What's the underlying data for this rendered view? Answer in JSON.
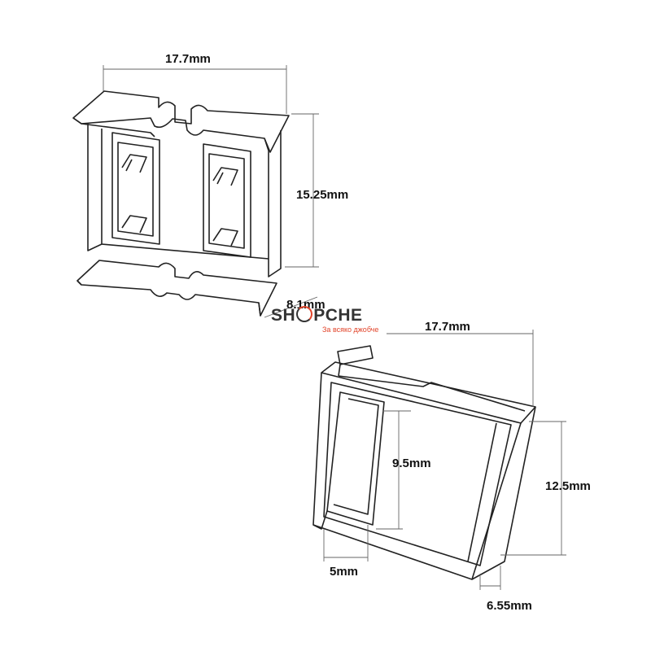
{
  "drawing": {
    "clip_part": {
      "width_label": "17.7mm",
      "height_label": "15.25mm",
      "depth_label": "8.1mm"
    },
    "frame_part": {
      "width_label": "17.7mm",
      "window_height_label": "9.5mm",
      "height_label": "12.5mm",
      "window_width_label": "5mm",
      "depth_label": "6.55mm"
    }
  },
  "watermark": {
    "brand_prefix": "SH",
    "brand_suffix": "PCHE",
    "tagline": "За всяко джобче",
    "accent_color": "#e2452b"
  }
}
